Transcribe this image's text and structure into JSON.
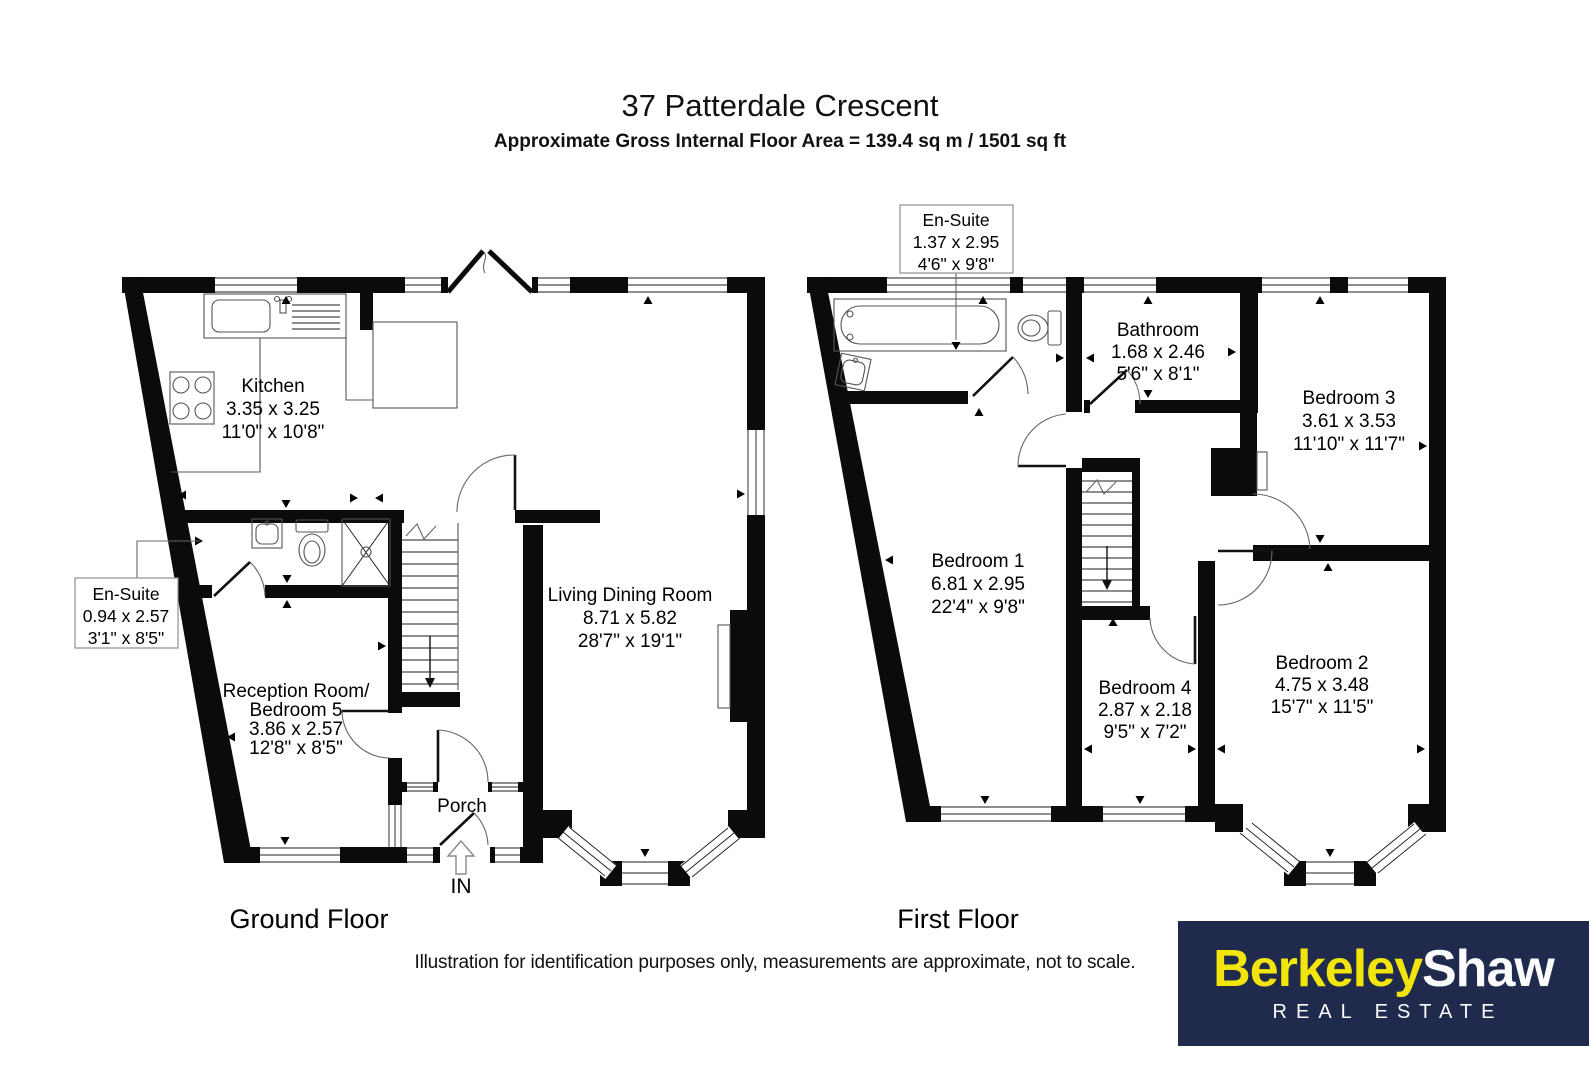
{
  "title": "37 Patterdale Crescent",
  "subtitle": "Approximate Gross Internal Floor Area = 139.4 sq m / 1501 sq ft",
  "disclaimer": "Illustration for identification purposes only, measurements are approximate, not to scale.",
  "ground_floor": {
    "label": "Ground Floor",
    "entrance_label": "IN",
    "rooms": {
      "kitchen": {
        "name": "Kitchen",
        "metric": "3.35 x 3.25",
        "imperial": "11'0\" x 10'8\""
      },
      "en_suite": {
        "name": "En-Suite",
        "metric": "0.94 x 2.57",
        "imperial": "3'1\" x 8'5\""
      },
      "reception": {
        "name_line1": "Reception Room/",
        "name_line2": "Bedroom 5",
        "metric": "3.86 x 2.57",
        "imperial": "12'8\" x 8'5\""
      },
      "living": {
        "name": "Living Dining Room",
        "metric": "8.71 x 5.82",
        "imperial": "28'7\" x 19'1\""
      },
      "porch": {
        "name": "Porch"
      }
    }
  },
  "first_floor": {
    "label": "First Floor",
    "rooms": {
      "en_suite": {
        "name": "En-Suite",
        "metric": "1.37 x 2.95",
        "imperial": "4'6\" x 9'8\""
      },
      "bathroom": {
        "name": "Bathroom",
        "metric": "1.68 x 2.46",
        "imperial": "5'6\" x 8'1\""
      },
      "bedroom1": {
        "name": "Bedroom 1",
        "metric": "6.81 x 2.95",
        "imperial": "22'4\" x 9'8\""
      },
      "bedroom2": {
        "name": "Bedroom 2",
        "metric": "4.75 x 3.48",
        "imperial": "15'7\" x 11'5\""
      },
      "bedroom3": {
        "name": "Bedroom 3",
        "metric": "3.61 x 3.53",
        "imperial": "11'10\" x 11'7\""
      },
      "bedroom4": {
        "name": "Bedroom 4",
        "metric": "2.87 x 2.18",
        "imperial": "9'5\" x 7'2\""
      }
    }
  },
  "logo": {
    "brand_part1": "Berkeley",
    "brand_part2": "Shaw",
    "tagline": "REAL ESTATE",
    "colors": {
      "background": "#1f2a4d",
      "part1_yellow": "#f2e50b",
      "part2_white": "#fbfbfb"
    }
  }
}
